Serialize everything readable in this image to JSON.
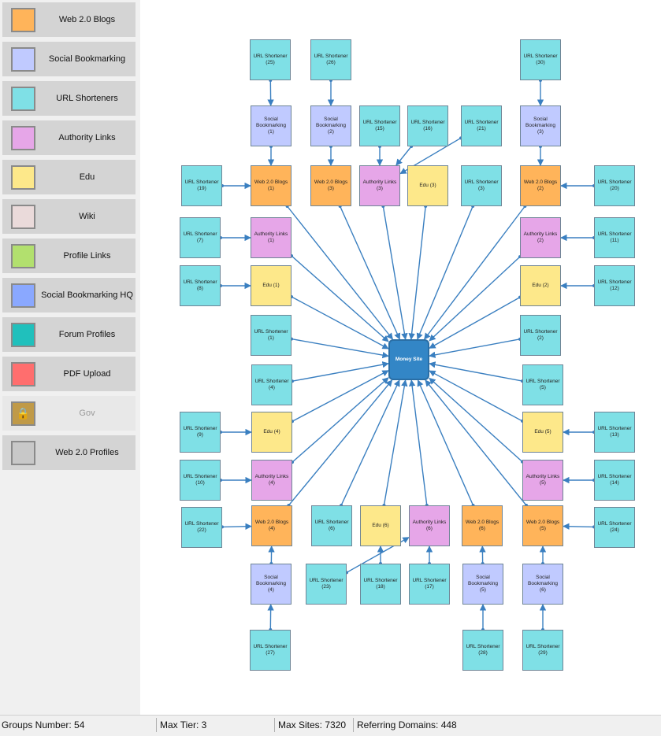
{
  "palette": {
    "items": [
      {
        "label": "Web 2.0 Blogs",
        "color": "#ffb45a",
        "locked": false
      },
      {
        "label": "Social Bookmarking",
        "color": "#c0caff",
        "locked": false
      },
      {
        "label": "URL Shorteners",
        "color": "#7fe0e6",
        "locked": false
      },
      {
        "label": "Authority Links",
        "color": "#e6a6e8",
        "locked": false
      },
      {
        "label": "Edu",
        "color": "#fde88a",
        "locked": false
      },
      {
        "label": "Wiki",
        "color": "#eadada",
        "locked": false
      },
      {
        "label": "Profile Links",
        "color": "#b2e06e",
        "locked": false
      },
      {
        "label": "Social Bookmarking HQ",
        "color": "#8aa8ff",
        "locked": false
      },
      {
        "label": "Forum Profiles",
        "color": "#20c0bc",
        "locked": false
      },
      {
        "label": "PDF Upload",
        "color": "#ff6e6e",
        "locked": false
      },
      {
        "label": "Gov",
        "color": "#c09a48",
        "locked": true,
        "icon": "lock-icon"
      },
      {
        "label": "Web 2.0 Profiles",
        "color": "#c8c8c8",
        "locked": false
      }
    ]
  },
  "graph": {
    "edge_color": "#3a7fc0",
    "money_site": {
      "id": "money",
      "label": "Money Site",
      "color": "#3386c6"
    },
    "nodes": [
      {
        "id": "us25",
        "label": "URL Shortener (25)",
        "type": "url"
      },
      {
        "id": "us26",
        "label": "URL Shortener (26)",
        "type": "url"
      },
      {
        "id": "us30",
        "label": "URL Shortener (30)",
        "type": "url"
      },
      {
        "id": "sb1",
        "label": "Social Bookmarking (1)",
        "type": "sb"
      },
      {
        "id": "sb2",
        "label": "Social Bookmarking (2)",
        "type": "sb"
      },
      {
        "id": "us15",
        "label": "URL Shortener (15)",
        "type": "url"
      },
      {
        "id": "us16",
        "label": "URL Shortener (16)",
        "type": "url"
      },
      {
        "id": "us21",
        "label": "URL Shortener (21)",
        "type": "url"
      },
      {
        "id": "sb3",
        "label": "Social Bookmarking (3)",
        "type": "sb"
      },
      {
        "id": "us19",
        "label": "URL Shortener (19)",
        "type": "url"
      },
      {
        "id": "wb1",
        "label": "Web 2.0 Blogs (1)",
        "type": "web"
      },
      {
        "id": "wb3",
        "label": "Web 2.0 Blogs (3)",
        "type": "web"
      },
      {
        "id": "al3",
        "label": "Authority Links (3)",
        "type": "auth"
      },
      {
        "id": "edu3",
        "label": "Edu (3)",
        "type": "edu"
      },
      {
        "id": "us3",
        "label": "URL Shortener (3)",
        "type": "url"
      },
      {
        "id": "wb2",
        "label": "Web 2.0 Blogs (2)",
        "type": "web"
      },
      {
        "id": "us20",
        "label": "URL Shortener (20)",
        "type": "url"
      },
      {
        "id": "us7",
        "label": "URL Shortener (7)",
        "type": "url"
      },
      {
        "id": "al1",
        "label": "Authority Links (1)",
        "type": "auth"
      },
      {
        "id": "al2",
        "label": "Authority Links (2)",
        "type": "auth"
      },
      {
        "id": "us11",
        "label": "URL Shortener (11)",
        "type": "url"
      },
      {
        "id": "us8",
        "label": "URL Shortener (8)",
        "type": "url"
      },
      {
        "id": "edu1",
        "label": "Edu (1)",
        "type": "edu"
      },
      {
        "id": "edu2",
        "label": "Edu (2)",
        "type": "edu"
      },
      {
        "id": "us12",
        "label": "URL Shortener (12)",
        "type": "url"
      },
      {
        "id": "us1",
        "label": "URL Shortener (1)",
        "type": "url"
      },
      {
        "id": "us2",
        "label": "URL Shortener (2)",
        "type": "url"
      },
      {
        "id": "us4",
        "label": "URL Shortener (4)",
        "type": "url"
      },
      {
        "id": "us5",
        "label": "URL Shortener (5)",
        "type": "url"
      },
      {
        "id": "us9",
        "label": "URL Shortener (9)",
        "type": "url"
      },
      {
        "id": "edu4",
        "label": "Edu (4)",
        "type": "edu"
      },
      {
        "id": "edu5",
        "label": "Edu (5)",
        "type": "edu"
      },
      {
        "id": "us13",
        "label": "URL Shortener (13)",
        "type": "url"
      },
      {
        "id": "us10",
        "label": "URL Shortener (10)",
        "type": "url"
      },
      {
        "id": "al4",
        "label": "Authority Links (4)",
        "type": "auth"
      },
      {
        "id": "al5",
        "label": "Authority Links (5)",
        "type": "auth"
      },
      {
        "id": "us14",
        "label": "URL Shortener (14)",
        "type": "url"
      },
      {
        "id": "us22",
        "label": "URL Shortener (22)",
        "type": "url"
      },
      {
        "id": "wb4",
        "label": "Web 2.0 Blogs (4)",
        "type": "web"
      },
      {
        "id": "us6",
        "label": "URL Shortener (6)",
        "type": "url"
      },
      {
        "id": "edu6",
        "label": "Edu (6)",
        "type": "edu"
      },
      {
        "id": "al6",
        "label": "Authority Links (6)",
        "type": "auth"
      },
      {
        "id": "wb6",
        "label": "Web 2.0 Blogs (6)",
        "type": "web"
      },
      {
        "id": "wb5",
        "label": "Web 2.0 Blogs (5)",
        "type": "web"
      },
      {
        "id": "us24",
        "label": "URL Shortener (24)",
        "type": "url"
      },
      {
        "id": "sb4",
        "label": "Social Bookmarking (4)",
        "type": "sb"
      },
      {
        "id": "us23",
        "label": "URL Shortener (23)",
        "type": "url"
      },
      {
        "id": "us18",
        "label": "URL Shortener (18)",
        "type": "url"
      },
      {
        "id": "us17",
        "label": "URL Shortener (17)",
        "type": "url"
      },
      {
        "id": "sb5",
        "label": "Social Bookmarking (5)",
        "type": "sb"
      },
      {
        "id": "sb6",
        "label": "Social Bookmarking (6)",
        "type": "sb"
      },
      {
        "id": "us27",
        "label": "URL Shortener (27)",
        "type": "url"
      },
      {
        "id": "us28",
        "label": "URL Shortener (28)",
        "type": "url"
      },
      {
        "id": "us29",
        "label": "URL Shortener (29)",
        "type": "url"
      }
    ],
    "edges": [
      [
        "us25",
        "sb1"
      ],
      [
        "us26",
        "sb2"
      ],
      [
        "us30",
        "sb3"
      ],
      [
        "sb1",
        "wb1"
      ],
      [
        "sb2",
        "wb3"
      ],
      [
        "sb3",
        "wb2"
      ],
      [
        "us15",
        "al3"
      ],
      [
        "us16",
        "al3"
      ],
      [
        "us21",
        "al3"
      ],
      [
        "us19",
        "wb1"
      ],
      [
        "us20",
        "wb2"
      ],
      [
        "us7",
        "al1"
      ],
      [
        "us11",
        "al2"
      ],
      [
        "us8",
        "edu1"
      ],
      [
        "us12",
        "edu2"
      ],
      [
        "us9",
        "edu4"
      ],
      [
        "us13",
        "edu5"
      ],
      [
        "us10",
        "al4"
      ],
      [
        "us14",
        "al5"
      ],
      [
        "us22",
        "wb4"
      ],
      [
        "us24",
        "wb5"
      ],
      [
        "sb4",
        "wb4"
      ],
      [
        "us27",
        "sb4"
      ],
      [
        "us23",
        "al6"
      ],
      [
        "us18",
        "edu6"
      ],
      [
        "us17",
        "al6"
      ],
      [
        "sb5",
        "wb6"
      ],
      [
        "us28",
        "sb5"
      ],
      [
        "sb6",
        "wb5"
      ],
      [
        "us29",
        "sb6"
      ],
      [
        "wb1",
        "money"
      ],
      [
        "wb3",
        "money"
      ],
      [
        "al3",
        "money"
      ],
      [
        "edu3",
        "money"
      ],
      [
        "us3",
        "money"
      ],
      [
        "wb2",
        "money"
      ],
      [
        "al1",
        "money"
      ],
      [
        "al2",
        "money"
      ],
      [
        "edu1",
        "money"
      ],
      [
        "edu2",
        "money"
      ],
      [
        "us1",
        "money"
      ],
      [
        "us2",
        "money"
      ],
      [
        "us4",
        "money"
      ],
      [
        "us5",
        "money"
      ],
      [
        "edu4",
        "money"
      ],
      [
        "edu5",
        "money"
      ],
      [
        "al4",
        "money"
      ],
      [
        "al5",
        "money"
      ],
      [
        "wb4",
        "money"
      ],
      [
        "us6",
        "money"
      ],
      [
        "edu6",
        "money"
      ],
      [
        "al6",
        "money"
      ],
      [
        "wb6",
        "money"
      ],
      [
        "wb5",
        "money"
      ]
    ]
  },
  "status": {
    "groups": "Groups Number: 54",
    "max_tier": "Max Tier: 3",
    "max_sites": "Max Sites: 7320",
    "referring_domains": "Referring Domains: 448"
  }
}
